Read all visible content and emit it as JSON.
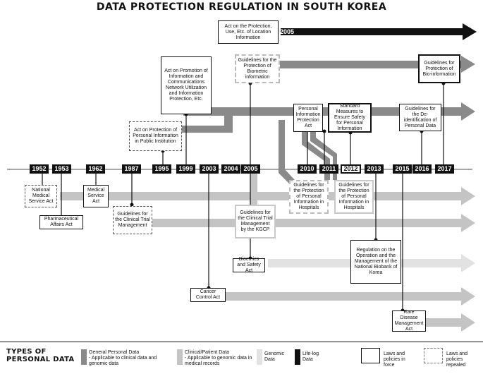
{
  "title": "DATA PROTECTION REGULATION IN SOUTH KOREA",
  "years": [
    "1952",
    "1953",
    "1962",
    "1987",
    "1995",
    "1999",
    "2003",
    "2004",
    "2005",
    "2010",
    "2011",
    "2012",
    "2013",
    "2015",
    "2016",
    "2017"
  ],
  "badge_2005": "2005",
  "boxes": {
    "location": "Act on the Protection, Use, Etc. of Location Information",
    "network": "Act on Promotion of Information and Communications Network Utilization and Information Protection, Etc.",
    "public": "Act on Protection of Personal Information in Public Institution",
    "biometric": "Guidelines for the Protection of Biometric information",
    "pipa": "Personal Information Protection Act",
    "standard": "Standard Measures to Ensure Safety for Personal Information",
    "deid": "Guidelines for the De-identification of Personal Data",
    "bioinfo": "Guidelines for Protection of Bio-information",
    "national_medical": "National Medical Service Act",
    "medical_service": "Medical Service Act",
    "pharma": "Pharmaceutical Affairs Act",
    "trial_1987": "Guidelines for the Clinical Trial Management",
    "kgcp": "Guidelines for the Clinical Trial Management by the KGCP",
    "hosp_2010": "Guidelines for the Protection of Personal Information in Hospitals",
    "hosp_2012": "Guidelines for the Protection of Personal Information in Hospitals",
    "biobank": "Regulation on the Operation and the Management of the National Biobank of Korea",
    "bioethics": "Bioethics and Safety Act",
    "cancer": "Cancer Control Act",
    "rare": "Rare Disease Management Act"
  },
  "legend": {
    "title_line1": "TYPES OF",
    "title_line2": "PERSONAL DATA",
    "general": "General Personal Data",
    "general_note": "- Applicable to clinical data and genomic data",
    "clinical": "Clinical/Patient Data",
    "clinical_note": "- Applicable to genomic data in medical records",
    "genomic": "Genomic Data",
    "lifelog": "Life-log Data",
    "in_force": "Laws and policies in force",
    "repealed": "Laws and policies repealed"
  },
  "colors": {
    "black": "#111111",
    "general_grey": "#8a8a8a",
    "clinical_grey": "#b8b8b8",
    "genomic_grey": "#dedede"
  }
}
